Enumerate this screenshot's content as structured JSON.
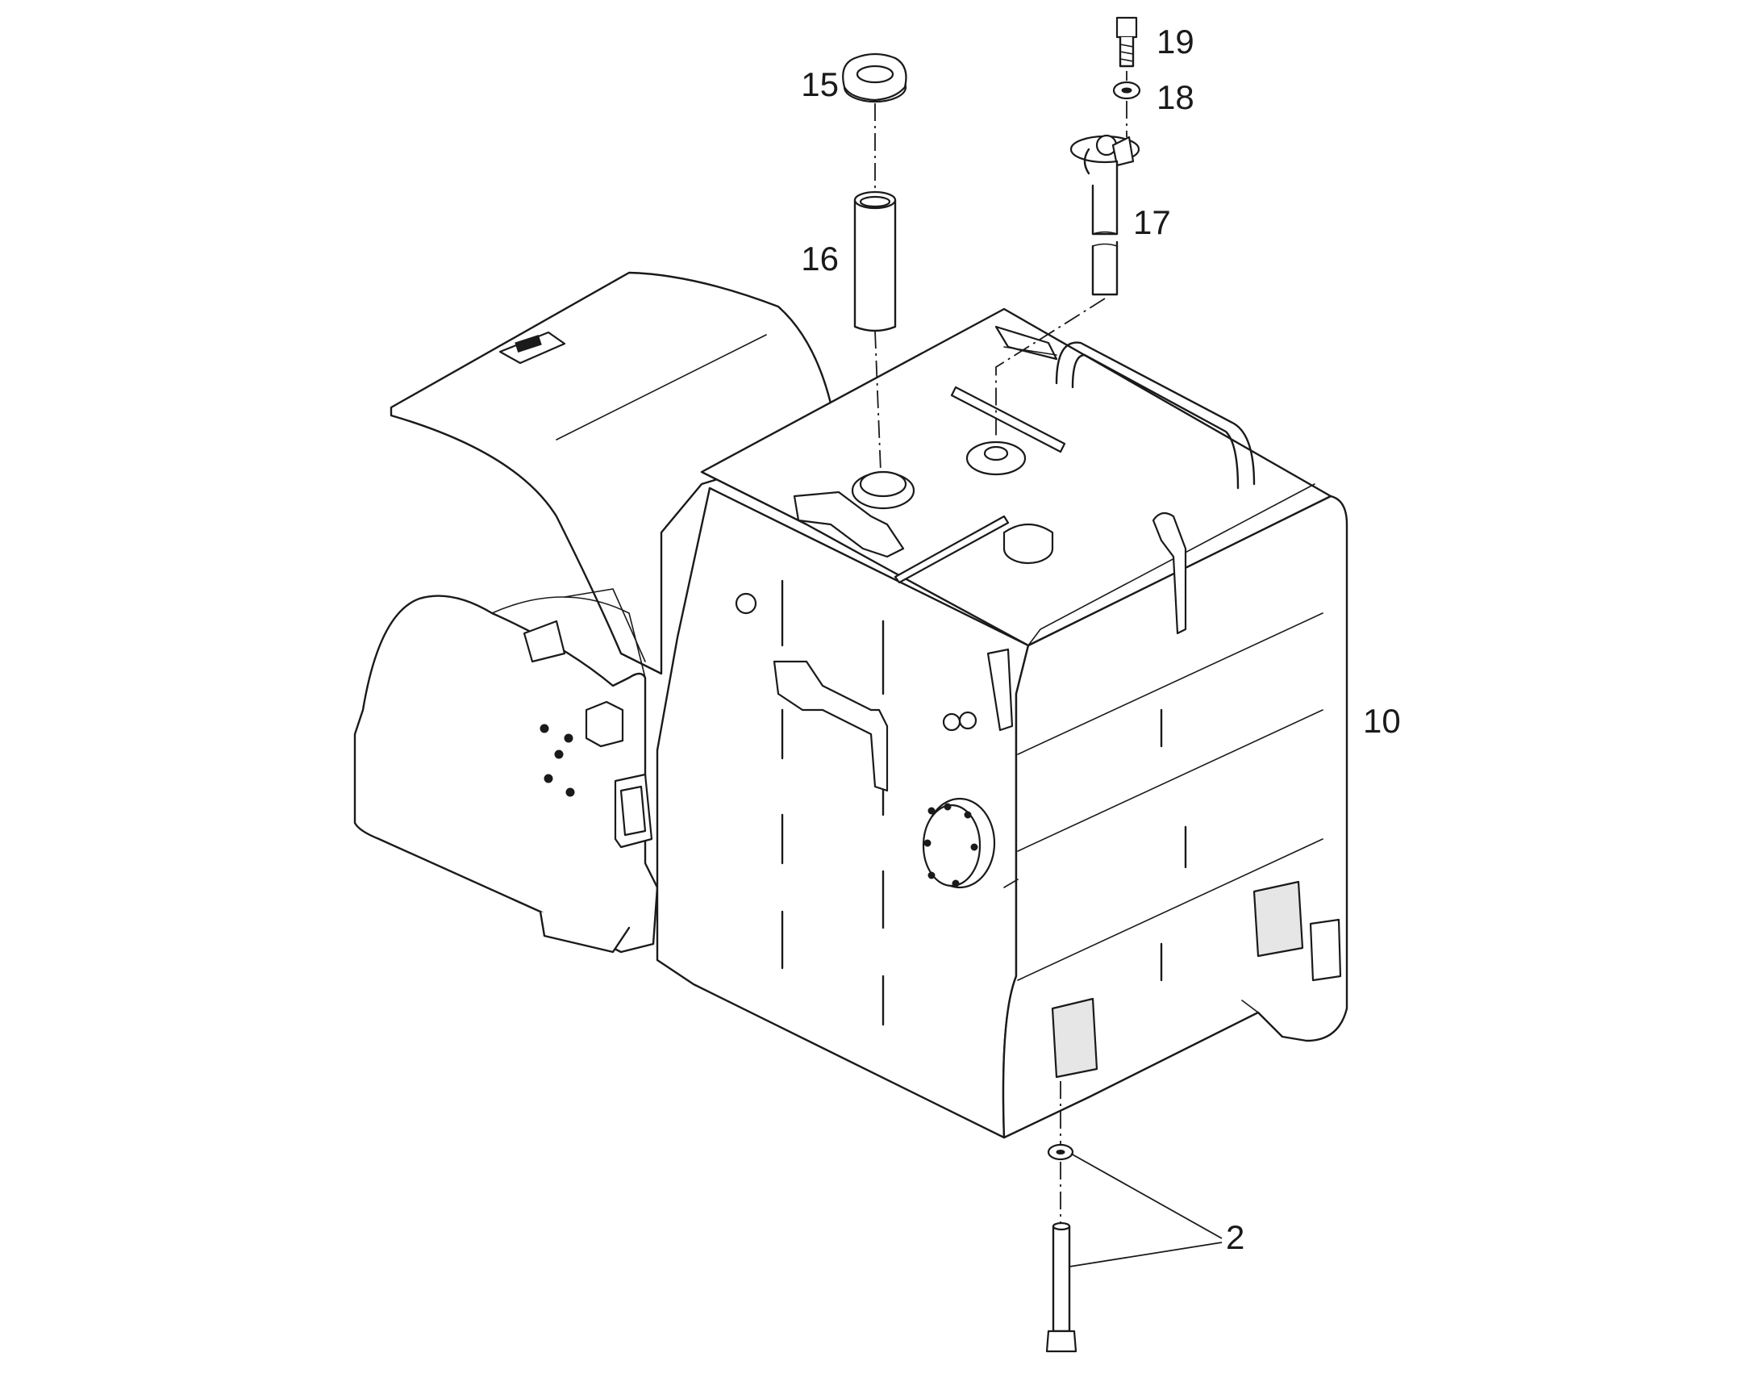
{
  "callouts": {
    "c2": "2",
    "c10": "10",
    "c15": "15",
    "c16": "16",
    "c17": "17",
    "c18": "18",
    "c19": "19"
  },
  "colors": {
    "line": "#1a1a1a",
    "background": "#ffffff"
  }
}
